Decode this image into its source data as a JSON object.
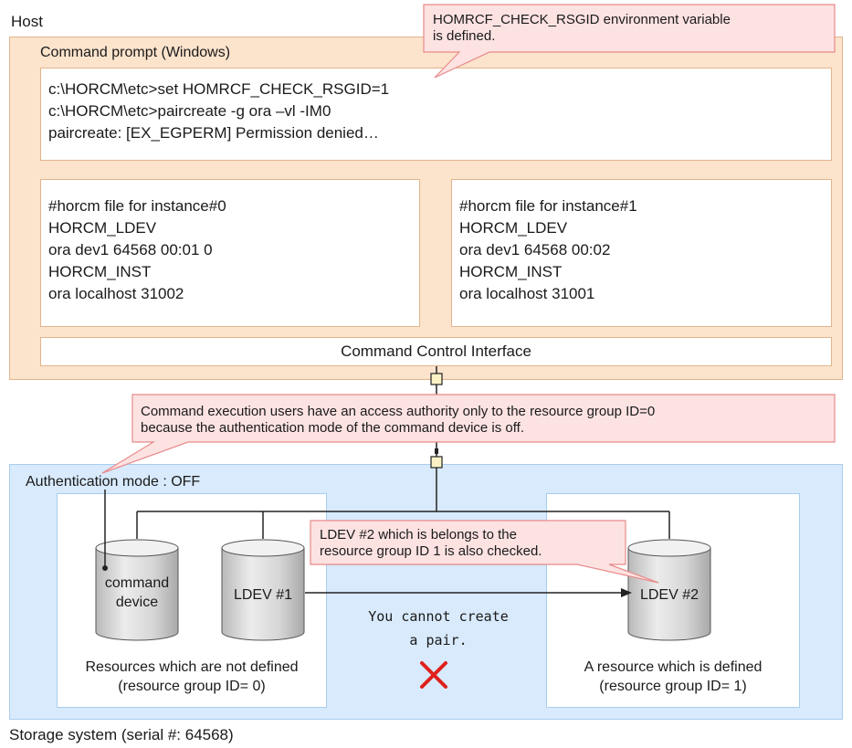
{
  "host": {
    "title": "Host",
    "prompt_label": "Command prompt (Windows)",
    "prompt_lines": [
      "c:\\HORCM\\etc>set HOMRCF_CHECK_RSGID=1",
      "c:\\HORCM\\etc>paircreate -g ora –vl -IM0",
      "paircreate: [EX_EGPERM] Permission denied…"
    ],
    "horcm0_lines": [
      "#horcm file for instance#0",
      "HORCM_LDEV",
      "ora dev1 64568 00:01 0",
      "HORCM_INST",
      "ora localhost 31002"
    ],
    "horcm1_lines": [
      "#horcm file for instance#1",
      "HORCM_LDEV",
      "ora dev1 64568 00:02",
      "HORCM_INST",
      "ora localhost 31001"
    ],
    "cci_label": "Command Control Interface"
  },
  "callouts": {
    "env_var": [
      "HOMRCF_CHECK_RSGID environment variable",
      "is defined."
    ],
    "authority": [
      "Command execution users have an access authority only to the resource group ID=0",
      "because the authentication mode of the command device is off."
    ],
    "ldev2_check": [
      "LDEV #2 which is belongs to the",
      "resource group ID 1 is also checked."
    ]
  },
  "storage": {
    "title": "Storage system (serial #: 64568)",
    "auth_mode": "Authentication mode : OFF",
    "left_group": {
      "caption": [
        "Resources which are not defined",
        "(resource group ID= 0)"
      ],
      "command_device": [
        "command",
        "device"
      ],
      "ldev1": "LDEV #1"
    },
    "right_group": {
      "caption": [
        "A resource which is defined",
        "(resource group ID= 1)"
      ],
      "ldev2": "LDEV #2"
    },
    "result": [
      "You cannot create",
      "a pair."
    ]
  },
  "colors": {
    "host_bg": "#fbe3cc",
    "storage_bg": "#d8eafc",
    "callout_bg": "#fde2e2",
    "callout_border": "#e88a8a",
    "cross": "#e0201c",
    "port": "#fbf3c6"
  }
}
